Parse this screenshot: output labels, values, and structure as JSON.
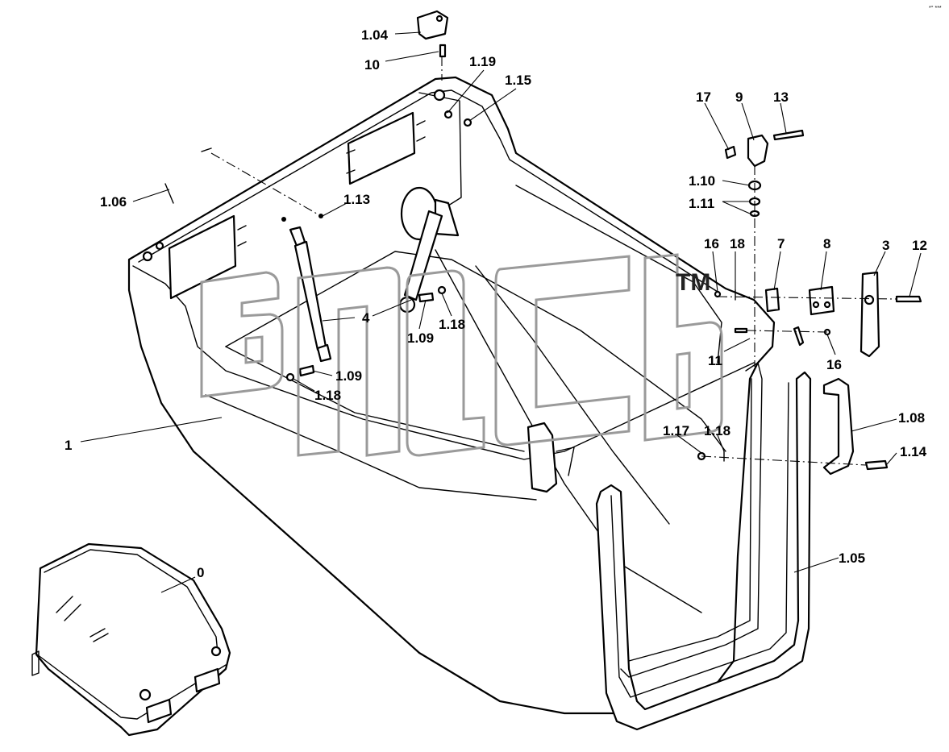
{
  "watermark": {
    "trademark": "TM"
  },
  "corner_mark": "*° ***",
  "callouts": {
    "c_1_04": "1.04",
    "c_10": "10",
    "c_1_19": "1.19",
    "c_1_15": "1.15",
    "c_1_06": "1.06",
    "c_1_13": "1.13",
    "c_4": "4",
    "c_1_09a": "1.09",
    "c_1_18a": "1.18",
    "c_1_09b": "1.09",
    "c_1_18b": "1.18",
    "c_1": "1",
    "c_0": "0",
    "c_17": "17",
    "c_9": "9",
    "c_13": "13",
    "c_1_10": "1.10",
    "c_1_11": "1.11",
    "c_16a": "16",
    "c_18": "18",
    "c_7": "7",
    "c_8": "8",
    "c_3": "3",
    "c_12": "12",
    "c_11": "11",
    "c_16b": "16",
    "c_1_08": "1.08",
    "c_1_17": "1.17",
    "c_1_18c": "1.18",
    "c_1_14": "1.14",
    "c_1_05": "1.05"
  }
}
